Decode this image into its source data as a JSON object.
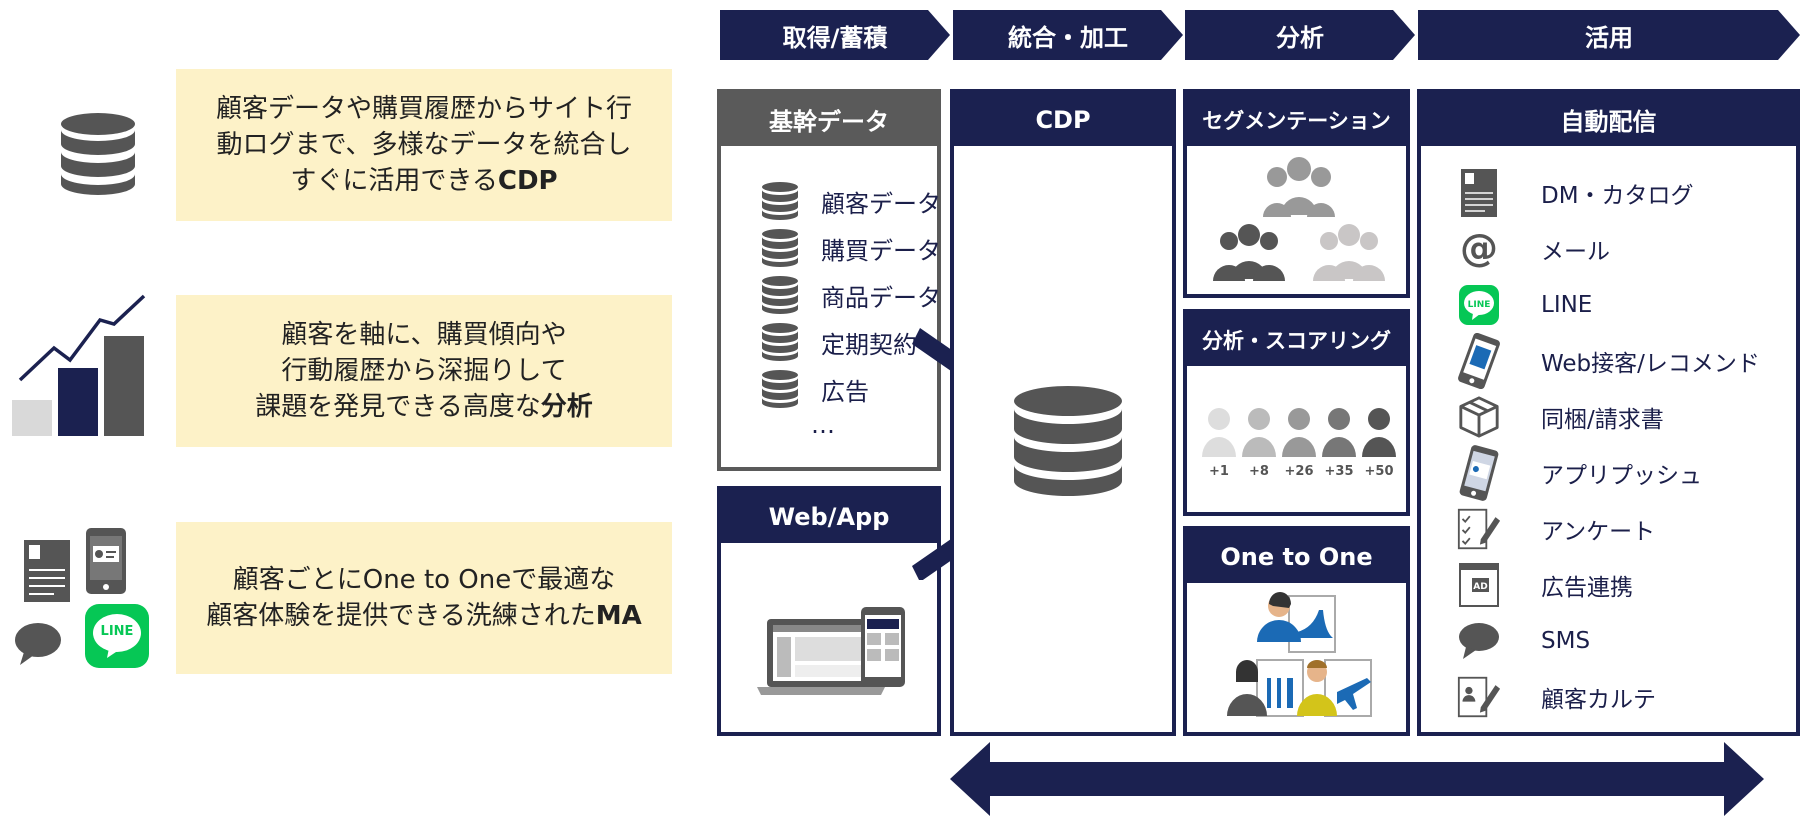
{
  "features": [
    {
      "lines": [
        "顧客データや購買履歴からサイト行",
        "動ログまで、多様なデータを統合し"
      ],
      "line3_prefix": "すぐに活用できる",
      "line3_bold": "CDP",
      "icon": "database-icon"
    },
    {
      "lines": [
        "顧客を軸に、購買傾向や",
        "行動履歴から深掘りして"
      ],
      "line3_prefix": "課題を発見できる高度な",
      "line3_bold": "分析",
      "icon": "bar-chart-icon"
    },
    {
      "lines": [
        "顧客ごとにOne to Oneで最適な"
      ],
      "line3_prefix": "顧客体験を提供できる洗練された",
      "line3_bold": "MA",
      "icon": "channels-icon"
    }
  ],
  "stages": [
    "取得/蓄積",
    "統合・加工",
    "分析",
    "活用"
  ],
  "core_data": {
    "title": "基幹データ",
    "items": [
      "顧客データ",
      "購買データ",
      "商品データ",
      "定期契約",
      "広告"
    ],
    "more": "…"
  },
  "webapp": {
    "title": "Web/App"
  },
  "cdp": {
    "title": "CDP"
  },
  "segmentation": {
    "title": "セグメンテーション"
  },
  "scoring": {
    "title": "分析・スコアリング",
    "scores": [
      "+1",
      "+8",
      "+26",
      "+35",
      "+50"
    ]
  },
  "one_to_one": {
    "title": "One to One"
  },
  "auto_delivery": {
    "title": "自動配信",
    "items": [
      {
        "label": "DM・カタログ",
        "icon": "catalog-icon"
      },
      {
        "label": "メール",
        "icon": "at-sign-icon"
      },
      {
        "label": "LINE",
        "icon": "line-icon"
      },
      {
        "label": "Web接客/レコメンド",
        "icon": "smartphone-icon"
      },
      {
        "label": "同梱/請求書",
        "icon": "box-icon"
      },
      {
        "label": "アプリプッシュ",
        "icon": "app-push-icon"
      },
      {
        "label": "アンケート",
        "icon": "survey-icon"
      },
      {
        "label": "広告連携",
        "icon": "ad-icon"
      },
      {
        "label": "SMS",
        "icon": "speech-bubble-icon"
      },
      {
        "label": "顧客カルテ",
        "icon": "customer-card-icon"
      }
    ]
  },
  "line_badge": "LINE",
  "ad_badge": "AD",
  "colors": {
    "navy": "#1b2150",
    "gray": "#5a5a5a",
    "cream": "#fdf2c8",
    "line_green": "#06c755"
  }
}
